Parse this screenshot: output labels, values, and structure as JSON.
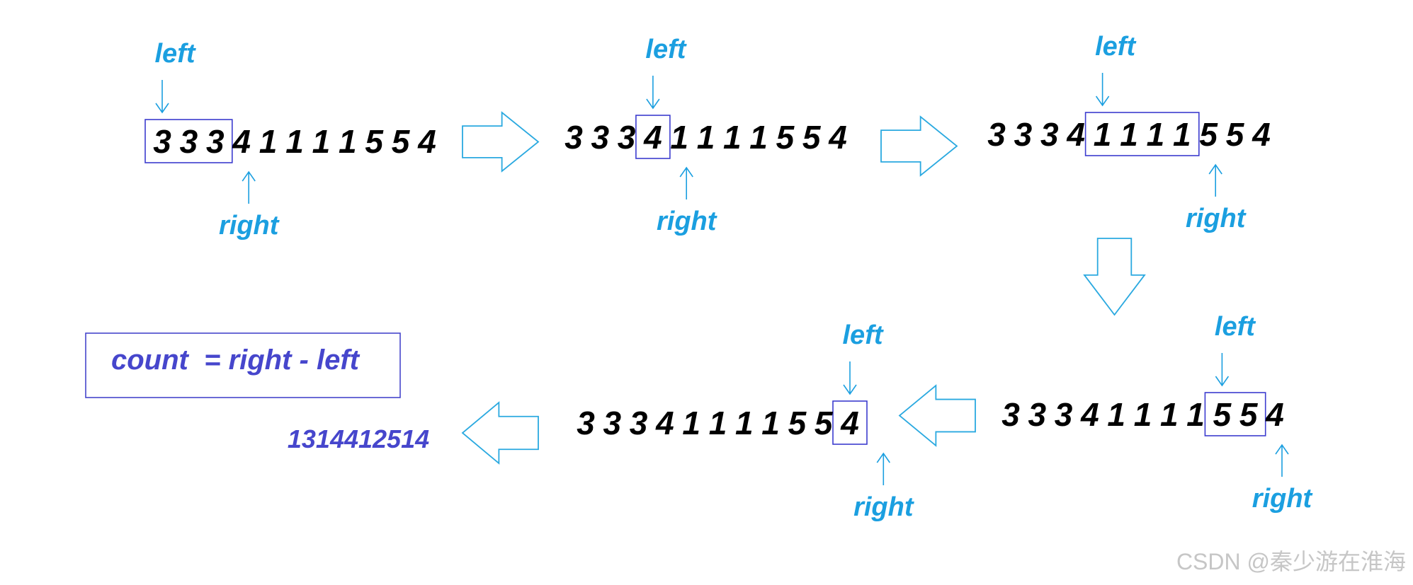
{
  "colors": {
    "background": "#ffffff",
    "pointer": "#1b9fe0",
    "flow_arrow": "#2aa9e0",
    "digit": "#000000",
    "window_box": "#3c3ccf",
    "formula": "#4646cc",
    "watermark": "#c6c6c6"
  },
  "steps": [
    {
      "digits": [
        "3",
        "3",
        "3",
        "4",
        "1",
        "1",
        "1",
        "1",
        "5",
        "5",
        "4"
      ],
      "window_start": 0,
      "window_end": 2,
      "left_index": 0,
      "right_index": 3,
      "left_label": "left",
      "right_label": "right"
    },
    {
      "digits": [
        "3",
        "3",
        "3",
        "4",
        "1",
        "1",
        "1",
        "1",
        "5",
        "5",
        "4"
      ],
      "window_start": 3,
      "window_end": 3,
      "left_index": 3,
      "right_index": 4,
      "left_label": "left",
      "right_label": "right"
    },
    {
      "digits": [
        "3",
        "3",
        "3",
        "4",
        "1",
        "1",
        "1",
        "1",
        "5",
        "5",
        "4"
      ],
      "window_start": 4,
      "window_end": 7,
      "left_index": 4,
      "right_index": 8,
      "left_label": "left",
      "right_label": "right"
    },
    {
      "digits": [
        "3",
        "3",
        "3",
        "4",
        "1",
        "1",
        "1",
        "1",
        "5",
        "5",
        "4"
      ],
      "window_start": 8,
      "window_end": 9,
      "left_index": 8,
      "right_index": 10,
      "left_label": "left",
      "right_label": "right"
    },
    {
      "digits": [
        "3",
        "3",
        "3",
        "4",
        "1",
        "1",
        "1",
        "1",
        "5",
        "5",
        "4"
      ],
      "window_start": 10,
      "window_end": 10,
      "left_index": 10,
      "right_index": 11,
      "left_label": "left",
      "right_label": "right"
    }
  ],
  "formula": "count  = right - left",
  "result": "1314412514",
  "watermark": "CSDN @秦少游在淮海"
}
